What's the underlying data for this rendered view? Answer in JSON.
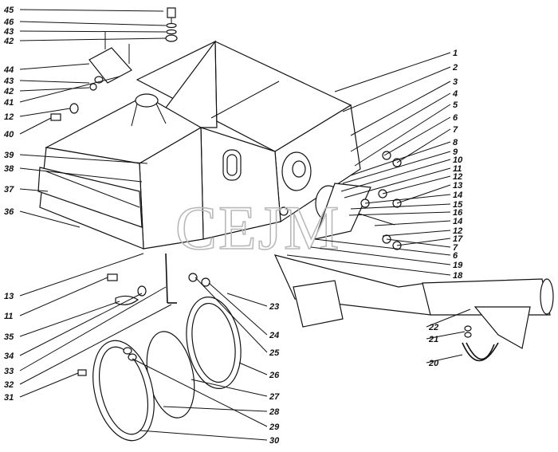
{
  "watermark": "CEJM",
  "diagram": {
    "left_labels": [
      "45",
      "46",
      "43",
      "42",
      "44",
      "43",
      "42",
      "41",
      "12",
      "40",
      "39",
      "38",
      "37",
      "36",
      "13",
      "11",
      "35",
      "34",
      "33",
      "32",
      "31"
    ],
    "right_labels": [
      "1",
      "2",
      "3",
      "4",
      "5",
      "6",
      "7",
      "8",
      "9",
      "10",
      "11",
      "12",
      "13",
      "14",
      "15",
      "16",
      "14",
      "12",
      "17",
      "7",
      "6",
      "19",
      "18"
    ],
    "bottom_labels": [
      "23",
      "24",
      "25",
      "26",
      "27",
      "28",
      "29",
      "30"
    ],
    "auger_labels": [
      "22",
      "21",
      "20"
    ]
  }
}
